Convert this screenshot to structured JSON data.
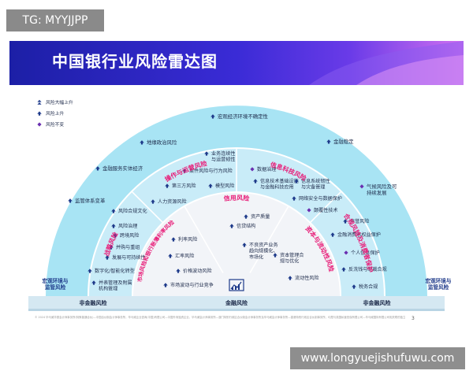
{
  "watermark_tag": "TG: MYYJJPP",
  "title": "中国银行业风险雷达图",
  "legend": [
    {
      "label": "风险大幅上升",
      "icon": "double-up-arrow-icon",
      "color": "#1e3a8a"
    },
    {
      "label": "风险上升",
      "icon": "up-arrow-icon",
      "color": "#1e3a8a"
    },
    {
      "label": "风险不变",
      "icon": "diamond-icon",
      "color": "#6a2fb0"
    }
  ],
  "colors": {
    "outer_ring": "#a8e4f4",
    "middle_ring": "#c9ecf8",
    "inner_ring": "#f2f4f8",
    "accent_pink": "#e8207a",
    "base_bar": "#d5e8f2"
  },
  "outer_ring": {
    "left_label": "宏观环境与\n监管风险",
    "right_label": "宏观环境与\n监管风险",
    "items": [
      {
        "text": "宏观经济环境不确定性",
        "icon": "up-arrow-icon"
      },
      {
        "text": "地缘政治风险",
        "icon": "up-arrow-icon"
      },
      {
        "text": "金融稳定",
        "icon": "up-arrow-icon"
      },
      {
        "text": "金融服务实体经济",
        "icon": "up-arrow-icon"
      },
      {
        "text": "气候风险及可\n持续发展",
        "icon": "diamond-icon"
      },
      {
        "text": "监管体系变革",
        "icon": "up-arrow-icon"
      }
    ]
  },
  "middle_ring": {
    "sectors": [
      {
        "title": "战略风险",
        "items": [
          {
            "text": "风险合规文化",
            "icon": "up-arrow-icon"
          },
          {
            "text": "风险治理",
            "icon": "up-arrow-icon"
          },
          {
            "text": "跨境风险",
            "icon": "up-arrow-icon"
          },
          {
            "text": "并购与重组",
            "icon": "up-arrow-icon"
          },
          {
            "text": "发展与可持续性",
            "icon": "up-arrow-icon"
          },
          {
            "text": "数字化/智能化转型",
            "icon": "up-arrow-icon"
          },
          {
            "text": "并表管理及附属\n机构管理",
            "icon": "up-arrow-icon"
          }
        ]
      },
      {
        "title": "操作与运营风险",
        "items": [
          {
            "text": "业务连续性\n与运营韧性",
            "icon": "up-arrow-icon"
          },
          {
            "text": "案件风险与行为风险",
            "icon": "up-arrow-icon"
          },
          {
            "text": "第三方风险",
            "icon": "up-arrow-icon"
          },
          {
            "text": "模型风险",
            "icon": "up-arrow-icon"
          },
          {
            "text": "人力资源风险",
            "icon": "up-arrow-icon"
          }
        ]
      },
      {
        "title": "信息科技风险",
        "items": [
          {
            "text": "数据治理",
            "icon": "diamond-icon"
          },
          {
            "text": "信息技术基础设施\n与金融科技应用",
            "icon": "up-arrow-icon"
          },
          {
            "text": "信息系统韧性\n与灾备管理",
            "icon": "up-arrow-icon"
          },
          {
            "text": "网络安全与数据保护",
            "icon": "up-arrow-icon"
          },
          {
            "text": "颠覆性技术",
            "icon": "diamond-icon"
          }
        ]
      },
      {
        "title": "合规风险及消费者保护",
        "items": [
          {
            "text": "声誉风险",
            "icon": "up-arrow-icon"
          },
          {
            "text": "金融消费者权益保护",
            "icon": "up-arrow-icon"
          },
          {
            "text": "个人信息保护",
            "icon": "diamond-icon"
          },
          {
            "text": "反洗钱与制裁合规",
            "icon": "up-arrow-icon"
          },
          {
            "text": "税务合规",
            "icon": "up-arrow-icon"
          }
        ]
      }
    ]
  },
  "inner_ring": {
    "sectors": [
      {
        "title": "市场风险和银行账簿利率风险",
        "items": [
          {
            "text": "利率风险",
            "icon": "up-arrow-icon"
          },
          {
            "text": "汇率风险",
            "icon": "up-arrow-icon"
          },
          {
            "text": "价格波动风险",
            "icon": "up-arrow-icon"
          },
          {
            "text": "市场波动与行业竞争",
            "icon": "up-arrow-icon"
          }
        ]
      },
      {
        "title": "信用风险",
        "items": [
          {
            "text": "资产质量",
            "icon": "up-arrow-icon"
          },
          {
            "text": "信贷结构",
            "icon": "up-arrow-icon"
          },
          {
            "text": "不良资产业务\n趋向规模化、\n市场化",
            "icon": "up-arrow-icon"
          }
        ]
      },
      {
        "title": "资本与流动性风险",
        "items": [
          {
            "text": "资本管理合\n规与优化",
            "icon": "up-arrow-icon"
          },
          {
            "text": "流动性风险",
            "icon": "up-arrow-icon"
          }
        ]
      }
    ]
  },
  "base_bar": {
    "left": "非金融风险",
    "center": "金融风险",
    "right": "非金融风险"
  },
  "center_icon": "analytics-chart-icon",
  "page_number": "3",
  "footnote": "© 2024 毕马威华振会计师事务所(特殊普通合伙)—中国合伙制会计师事务所，毕马威企业咨询(中国)有限公司—中国外商独资企业，毕马威会计师事务所—澳门特别行政区合伙制会计师事务所及毕马威会计师事务所—香港特别行政区合伙制事务所，均是与英国私营担保有限公司—毕马威国际有限公司相关联的独立成员所全球组织中的成员。版权所有，不得转载。在中国印刷。",
  "site_url": "www.longyuejishufuwu.com"
}
